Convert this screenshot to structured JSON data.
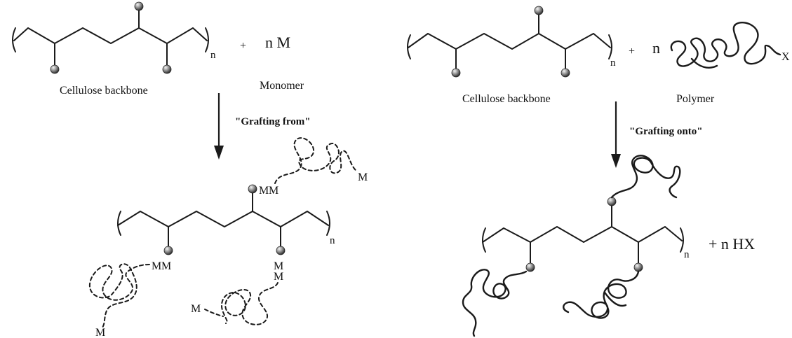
{
  "left_panel": {
    "backbone_label": "Cellulose backbone",
    "reagent_label": "Monomer",
    "plus": "+",
    "reagent_formula": "n M",
    "repeat_subscript": "n",
    "method_label": "\"Grafting from\"",
    "product_subscript": "n",
    "monomer_symbol": "M"
  },
  "right_panel": {
    "backbone_label": "Cellulose backbone",
    "reagent_label": "Polymer",
    "plus": "+",
    "reagent_coefficient": "n",
    "polymer_end_group": "X",
    "repeat_subscript": "n",
    "method_label": "\"Grafting onto\"",
    "product_subscript": "n",
    "byproduct": "+ n HX"
  },
  "colors": {
    "line": "#1a1a1a",
    "bead_highlight": "#f2f2f2",
    "bead_shadow": "#3a3a3a"
  }
}
